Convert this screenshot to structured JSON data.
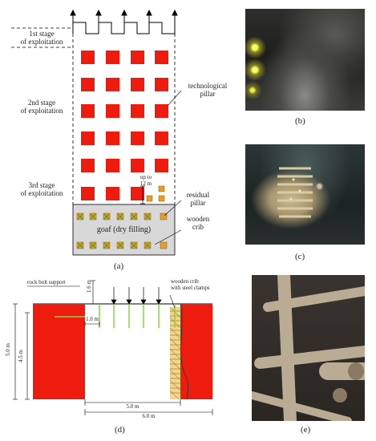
{
  "panel_a": {
    "stage1": [
      "1st stage",
      "of exploitation"
    ],
    "stage2": [
      "2nd stage",
      "of exploitation"
    ],
    "stage3": [
      "3rd stage",
      "of exploitation"
    ],
    "tech_pillar": [
      "technological",
      "pillar"
    ],
    "upto": [
      "up to",
      "12 m"
    ],
    "residual": [
      "residual",
      "pillar"
    ],
    "wooden_crib": [
      "wooden",
      "crib"
    ],
    "goaf": "goaf (dry filling)",
    "caption": "(a)"
  },
  "panel_d": {
    "rock_bolt": "rock bolt support",
    "crib": [
      "wooden crib",
      "with steel clamps"
    ],
    "d16": "1.6 m",
    "d10": "1.0 m",
    "d50v": "5.0 m",
    "d45": "4.5 m",
    "d50h": "5.0 m",
    "d60": "6.0 m",
    "caption": "(d)"
  },
  "captions": {
    "b": "(b)",
    "c": "(c)",
    "e": "(e)"
  },
  "colors": {
    "pillar_red": "#ee1c0f",
    "goaf_gray": "#d8d8d8",
    "crib_orange": "#e0a030",
    "bolt_green": "#8fd04a"
  }
}
